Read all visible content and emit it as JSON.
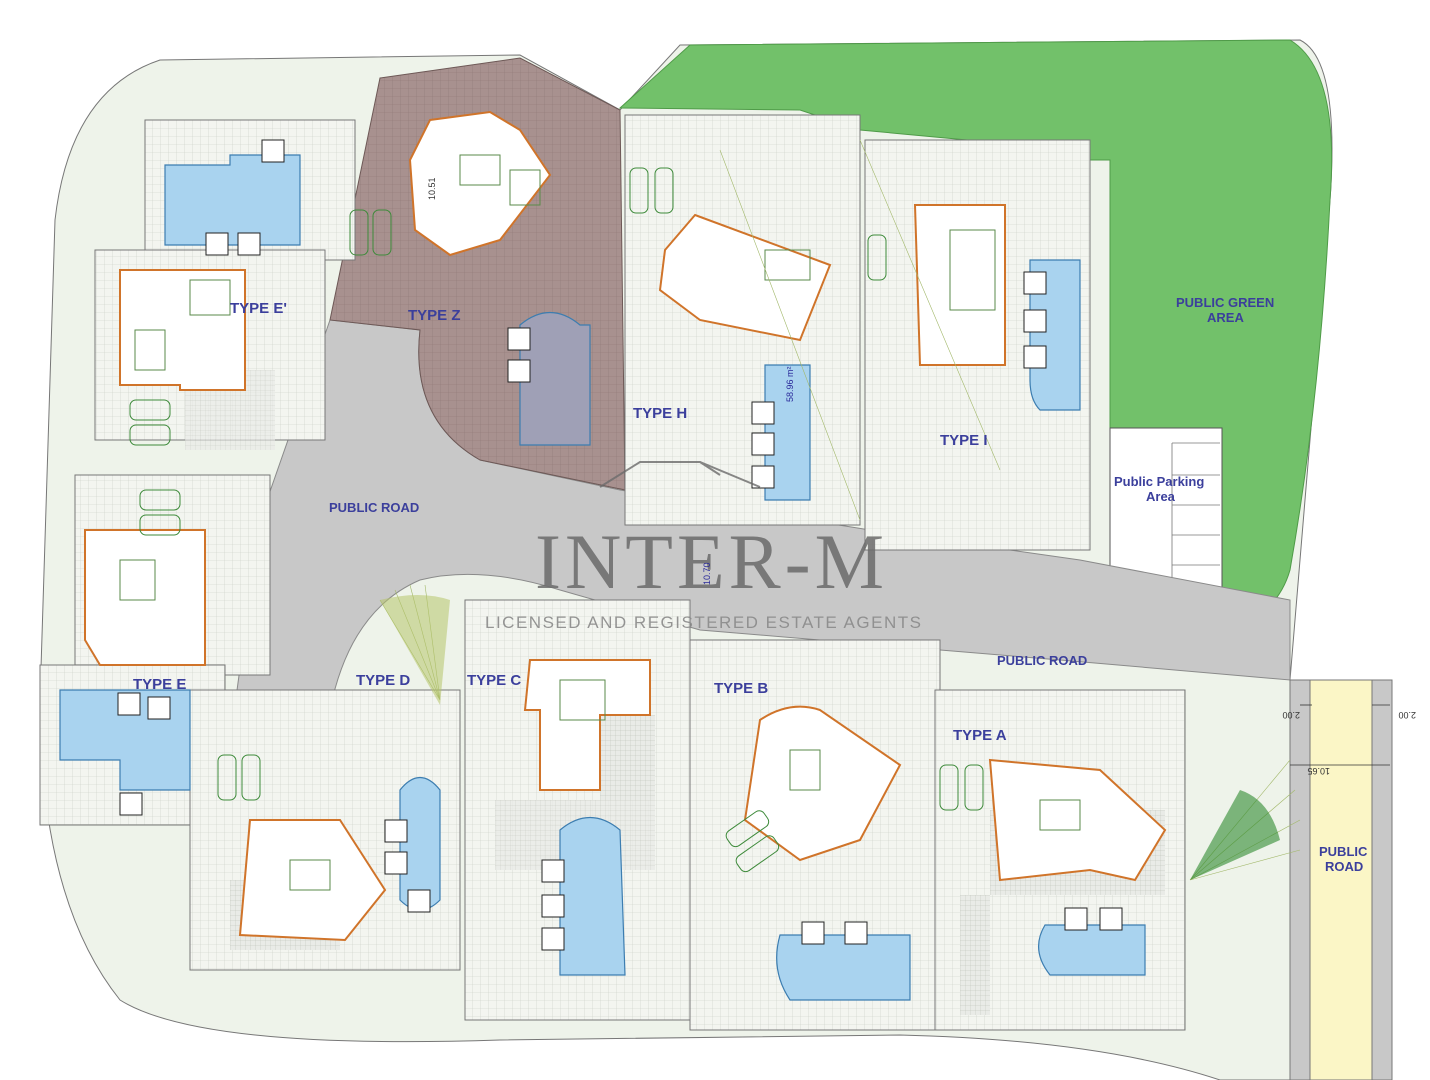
{
  "watermark": {
    "title": "INTER-M",
    "subtitle": "LICENSED AND REGISTERED ESTATE AGENTS"
  },
  "labels": {
    "type_e_prime": "TYPE E'",
    "type_z": "TYPE Z",
    "type_h": "TYPE H",
    "type_i": "TYPE I",
    "type_e": "TYPE E",
    "type_d": "TYPE D",
    "type_c": "TYPE C",
    "type_b": "TYPE B",
    "type_a": "TYPE A",
    "public_road_1": "PUBLIC ROAD",
    "public_road_2": "PUBLIC ROAD",
    "public_road_3_line1": "PUBLIC",
    "public_road_3_line2": "ROAD",
    "public_green_line1": "PUBLIC GREEN",
    "public_green_line2": "AREA",
    "public_parking_line1": "Public Parking",
    "public_parking_line2": "Area"
  },
  "dimensions": {
    "road_width": "10.70",
    "side_road_width": "10.65",
    "sidewalk_left": "2.00",
    "sidewalk_right": "2.00",
    "pool_area": "58.96 m²",
    "z_dim": "10.51"
  },
  "colors": {
    "road": "#c8c8c8",
    "lot": "#eef3ea",
    "green_area": "#72c16a",
    "type_z_lot": "#b09a98",
    "pool": "#a9d3ef",
    "sidewalk": "#fbf6c6",
    "label": "#3b3f9c"
  }
}
